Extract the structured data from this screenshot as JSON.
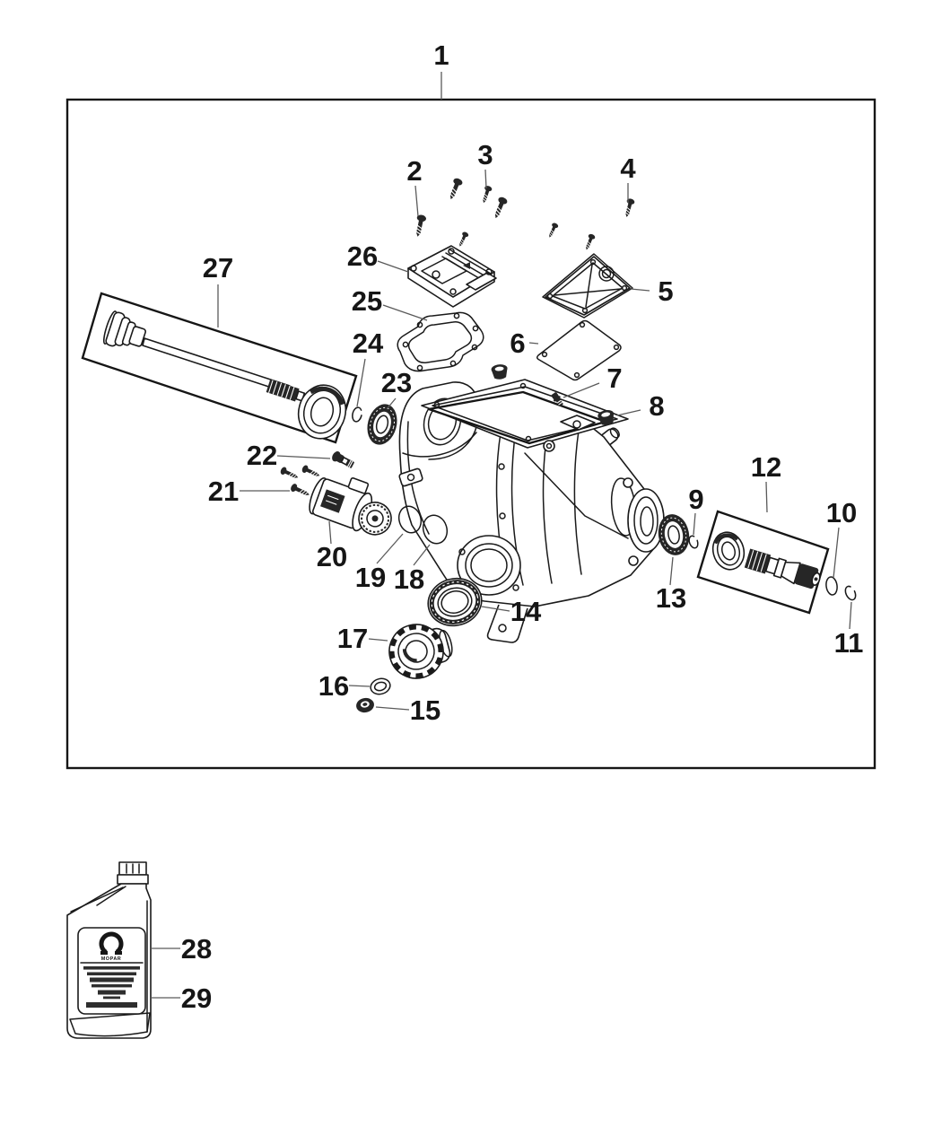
{
  "diagram": {
    "type": "exploded-parts-diagram",
    "subject": "rear-axle-differential-assembly",
    "ink_color": "#1a1a1a",
    "leader_color": "#5a5a5a",
    "paper_color": "#ffffff"
  },
  "callouts": [
    {
      "label": "1",
      "part": "diagram-boundary-box"
    },
    {
      "label": "2",
      "part": "screw"
    },
    {
      "label": "3",
      "part": "screw"
    },
    {
      "label": "4",
      "part": "screw"
    },
    {
      "label": "5",
      "part": "cover-plate"
    },
    {
      "label": "6",
      "part": "cover-gasket"
    },
    {
      "label": "7",
      "part": "vent"
    },
    {
      "label": "8",
      "part": "plug-cap"
    },
    {
      "label": "9",
      "part": "o-ring"
    },
    {
      "label": "10",
      "part": "o-ring"
    },
    {
      "label": "11",
      "part": "o-ring"
    },
    {
      "label": "12",
      "part": "pinion-shaft-kit-box"
    },
    {
      "label": "13",
      "part": "shaft-seal"
    },
    {
      "label": "14",
      "part": "output-seal"
    },
    {
      "label": "15",
      "part": "drain-plug"
    },
    {
      "label": "16",
      "part": "washer"
    },
    {
      "label": "17",
      "part": "flange-coupling"
    },
    {
      "label": "18",
      "part": "o-ring"
    },
    {
      "label": "19",
      "part": "o-ring"
    },
    {
      "label": "20",
      "part": "actuator-motor"
    },
    {
      "label": "21",
      "part": "screw"
    },
    {
      "label": "22",
      "part": "bolt"
    },
    {
      "label": "23",
      "part": "shaft-seal"
    },
    {
      "label": "24",
      "part": "o-ring"
    },
    {
      "label": "25",
      "part": "module-gasket"
    },
    {
      "label": "26",
      "part": "control-module"
    },
    {
      "label": "27",
      "part": "axle-shaft-kit-box"
    },
    {
      "label": "28",
      "part": "fluid-bottle"
    },
    {
      "label": "29",
      "part": "fluid-bottle-label"
    }
  ],
  "bottle": {
    "brand": "MOPAR",
    "logo_icon": "mopar-omega-logo"
  }
}
